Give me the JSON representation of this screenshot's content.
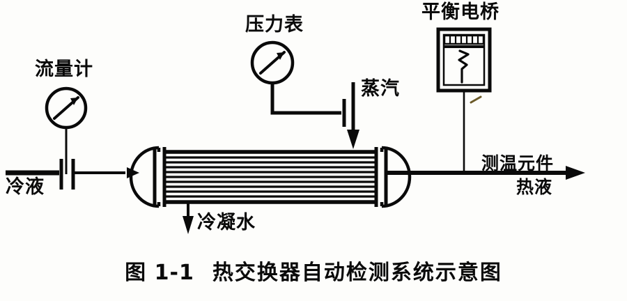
{
  "figure": {
    "caption_number": "图 1-1",
    "caption_title": "热交换器自动检测系统示意图"
  },
  "labels": {
    "flow_meter": "流量计",
    "pressure_gauge": "压力表",
    "balance_bridge": "平衡电桥",
    "steam": "蒸汽",
    "cold_liquid": "冷液",
    "condensate": "冷凝水",
    "temperature_element": "测温元件",
    "hot_liquid": "热液"
  },
  "icons": {
    "flow_meter_gauge": "gauge-dial-icon",
    "pressure_gauge_dial": "gauge-dial-icon",
    "recorder_chart": "chart-recorder-icon",
    "orifice_plate": "orifice-plate-icon",
    "steam_arrow": "arrow-down-icon",
    "condensate_arrow": "arrow-down-icon",
    "inlet_arrow": "arrow-right-icon",
    "outlet_arrow": "arrow-right-icon",
    "heat_exchanger": "shell-and-tube-icon"
  },
  "colors": {
    "ink": "#0a0a0a",
    "paper": "#fdfdfb"
  },
  "diagram_data": {
    "type": "process-flow-diagram",
    "equipment": [
      {
        "id": "heat-exchanger",
        "name": "热交换器",
        "kind": "shell-and-tube",
        "tube_count": 10
      },
      {
        "id": "flow-meter",
        "name": "流量计",
        "kind": "gauge"
      },
      {
        "id": "pressure-gauge",
        "name": "压力表",
        "kind": "gauge"
      },
      {
        "id": "balance-bridge",
        "name": "平衡电桥",
        "kind": "recorder"
      },
      {
        "id": "temperature-element",
        "name": "测温元件",
        "kind": "sensor"
      }
    ],
    "streams": [
      {
        "id": "cold-liquid-in",
        "label": "冷液",
        "direction": "right"
      },
      {
        "id": "steam-in",
        "label": "蒸汽",
        "direction": "down"
      },
      {
        "id": "condensate-out",
        "label": "冷凝水",
        "direction": "down"
      },
      {
        "id": "hot-liquid-out",
        "label": "热液",
        "direction": "right"
      }
    ]
  }
}
